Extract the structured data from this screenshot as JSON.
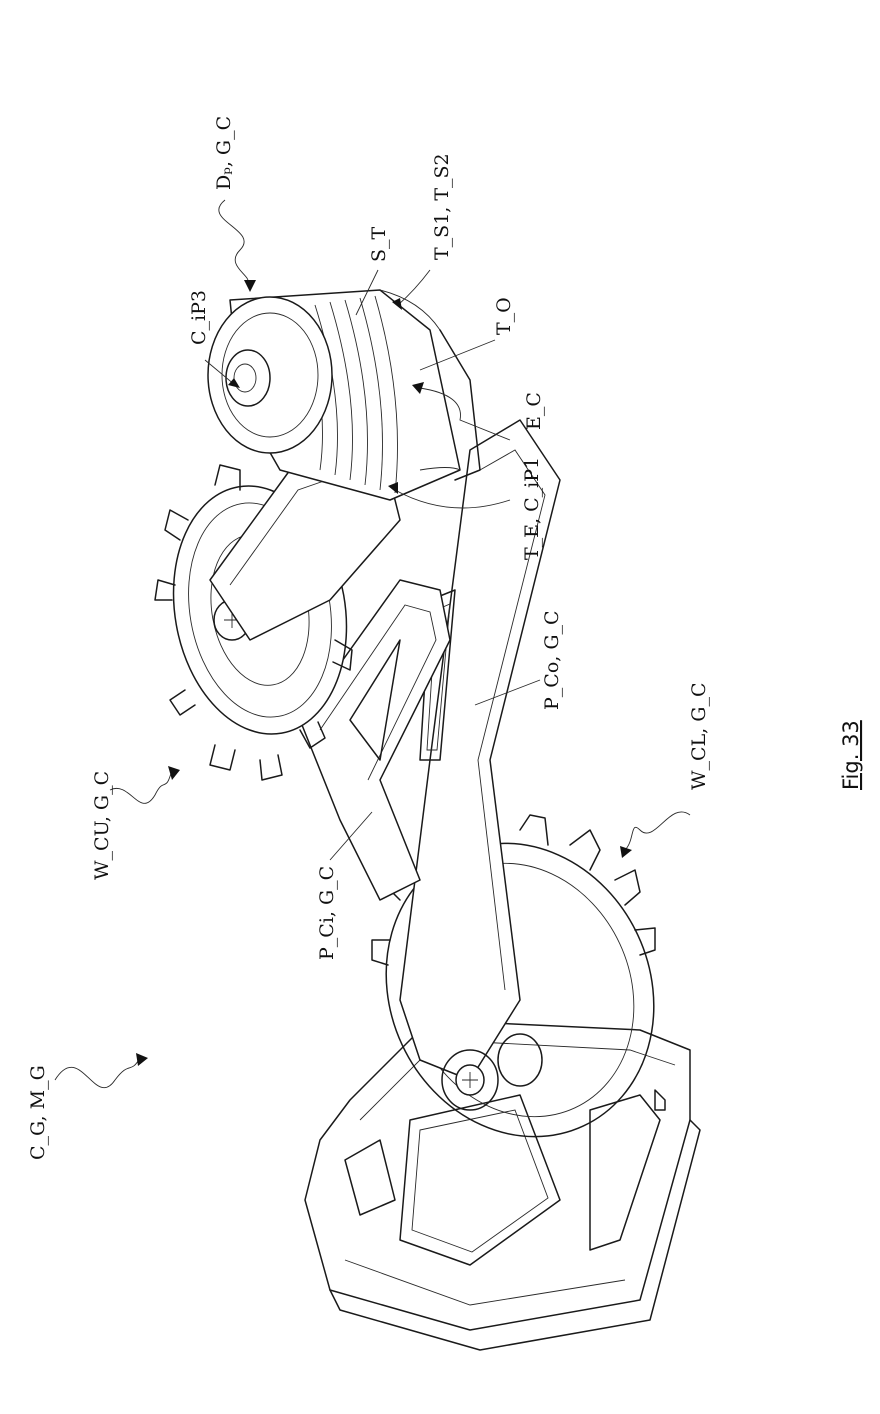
{
  "labels": {
    "dp_gc": "Dₚ, G_C",
    "cip3": "C_iP3",
    "st": "S_T",
    "ts1_ts2": "T_S1, T_S2",
    "to": "T_O",
    "ec": "E_C",
    "te_cip1": "T_E, C_iP1",
    "pco_gc": "P_Co, G_C",
    "wcu_gc": "W_CU, G_C",
    "wcl_gc": "W_CL, G_C",
    "pci_gc": "P_Ci, G_C",
    "cg_mg": "C_G, M_G"
  },
  "caption": "Fig. 33"
}
